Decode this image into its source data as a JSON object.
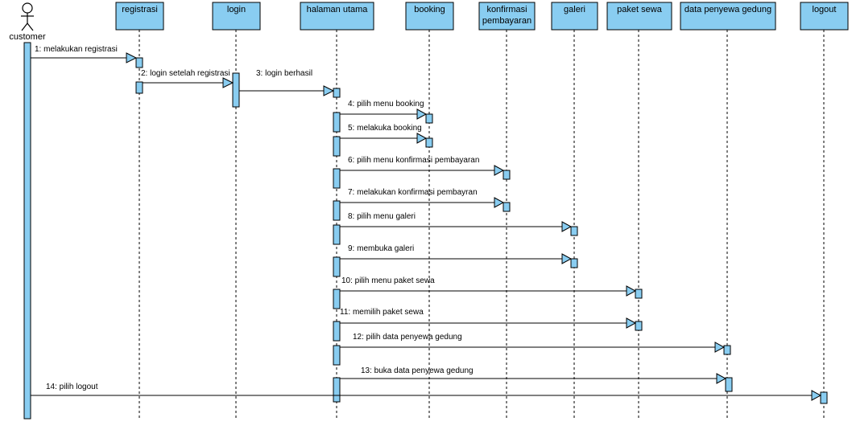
{
  "actor": {
    "name": "customer"
  },
  "lifelines": [
    {
      "id": "registrasi",
      "label": [
        "registrasi"
      ]
    },
    {
      "id": "login",
      "label": [
        "login"
      ]
    },
    {
      "id": "halaman",
      "label": [
        "halaman utama"
      ]
    },
    {
      "id": "booking",
      "label": [
        "booking"
      ]
    },
    {
      "id": "konfirmasi",
      "label": [
        "konfirmasi",
        "pembayaran"
      ]
    },
    {
      "id": "galeri",
      "label": [
        "galeri"
      ]
    },
    {
      "id": "paket",
      "label": [
        "paket sewa"
      ]
    },
    {
      "id": "penyewa",
      "label": [
        "data penyewa gedung"
      ]
    },
    {
      "id": "logout",
      "label": [
        "logout"
      ]
    }
  ],
  "messages": [
    {
      "from": "customer",
      "to": "registrasi",
      "label": "1: melakukan registrasi"
    },
    {
      "from": "registrasi",
      "to": "login",
      "label": "2: login setelah registrasi"
    },
    {
      "from": "login",
      "to": "halaman",
      "label": "3: login berhasil"
    },
    {
      "from": "halaman",
      "to": "booking",
      "label": "4: pilih menu booking"
    },
    {
      "from": "halaman",
      "to": "booking",
      "label": "5: melakuka booking"
    },
    {
      "from": "halaman",
      "to": "konfirmasi",
      "label": "6: pilih menu konfirmasi pembayaran"
    },
    {
      "from": "halaman",
      "to": "konfirmasi",
      "label": "7: melakukan konfirmasi pembayran"
    },
    {
      "from": "halaman",
      "to": "galeri",
      "label": "8: pilih menu galeri"
    },
    {
      "from": "halaman",
      "to": "galeri",
      "label": "9: membuka galeri"
    },
    {
      "from": "halaman",
      "to": "paket",
      "label": "10: pilih menu paket sewa"
    },
    {
      "from": "halaman",
      "to": "paket",
      "label": "11: memilih paket sewa"
    },
    {
      "from": "halaman",
      "to": "penyewa",
      "label": "12: pilih data penyewa gedung"
    },
    {
      "from": "halaman",
      "to": "penyewa",
      "label": "13: buka data penyewa gedung"
    },
    {
      "from": "customer",
      "to": "logout",
      "label": "14: pilih logout"
    }
  ],
  "colors": {
    "fill": "#89cdf1",
    "stroke": "#000000",
    "background": "#ffffff"
  }
}
